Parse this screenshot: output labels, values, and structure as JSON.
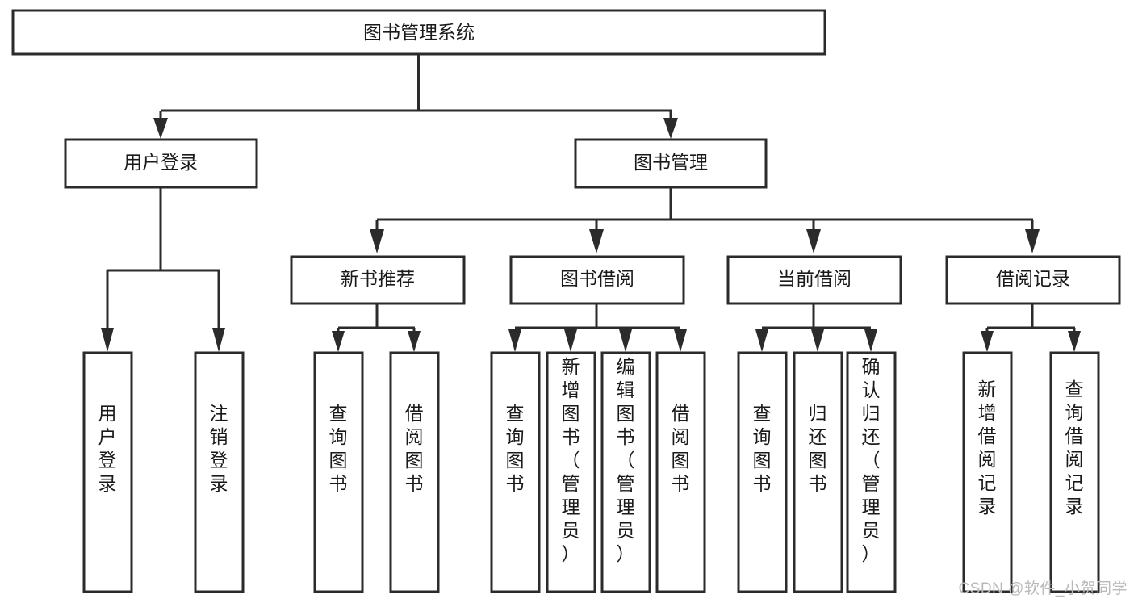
{
  "diagram": {
    "type": "tree-hierarchy",
    "title": "图书管理系统",
    "orientation": "top-down",
    "levels": 4,
    "root": {
      "id": "root",
      "label": "图书管理系统",
      "orientation": "horizontal"
    },
    "level2": [
      {
        "id": "user-login",
        "label": "用户登录",
        "orientation": "horizontal"
      },
      {
        "id": "book-manage",
        "label": "图书管理",
        "orientation": "horizontal"
      }
    ],
    "level3": [
      {
        "id": "new-book-recommend",
        "label": "新书推荐",
        "orientation": "horizontal",
        "parent": "book-manage"
      },
      {
        "id": "book-borrow",
        "label": "图书借阅",
        "orientation": "horizontal",
        "parent": "book-manage"
      },
      {
        "id": "current-borrow",
        "label": "当前借阅",
        "orientation": "horizontal",
        "parent": "book-manage"
      },
      {
        "id": "borrow-record",
        "label": "借阅记录",
        "orientation": "horizontal",
        "parent": "book-manage"
      }
    ],
    "leaves": [
      {
        "id": "leaf-user-login",
        "label": "用户登录",
        "orientation": "vertical",
        "parent": "user-login"
      },
      {
        "id": "leaf-logout-login",
        "label": "注销登录",
        "orientation": "vertical",
        "parent": "user-login"
      },
      {
        "id": "leaf-query-book-1",
        "label": "查询图书",
        "orientation": "vertical",
        "parent": "new-book-recommend"
      },
      {
        "id": "leaf-borrow-book-1",
        "label": "借阅图书",
        "orientation": "vertical",
        "parent": "new-book-recommend"
      },
      {
        "id": "leaf-query-book-2",
        "label": "查询图书",
        "orientation": "vertical",
        "parent": "book-borrow"
      },
      {
        "id": "leaf-add-book-admin",
        "label": "新增图书（管理员）",
        "orientation": "vertical",
        "parent": "book-borrow"
      },
      {
        "id": "leaf-edit-book-admin",
        "label": "编辑图书（管理员）",
        "orientation": "vertical",
        "parent": "book-borrow"
      },
      {
        "id": "leaf-borrow-book-2",
        "label": "借阅图书",
        "orientation": "vertical",
        "parent": "book-borrow"
      },
      {
        "id": "leaf-query-book-3",
        "label": "查询图书",
        "orientation": "vertical",
        "parent": "current-borrow"
      },
      {
        "id": "leaf-return-book",
        "label": "归还图书",
        "orientation": "vertical",
        "parent": "current-borrow"
      },
      {
        "id": "leaf-confirm-return-admin",
        "label": "确认归还（管理员）",
        "orientation": "vertical",
        "parent": "current-borrow"
      },
      {
        "id": "leaf-add-borrow-record",
        "label": "新增借阅记录",
        "orientation": "vertical",
        "parent": "borrow-record"
      },
      {
        "id": "leaf-query-borrow-record",
        "label": "查询借阅记录",
        "orientation": "vertical",
        "parent": "borrow-record"
      }
    ],
    "colors": {
      "box_stroke": "#2b2b2b",
      "box_fill": "#ffffff",
      "text": "#1a1a1a",
      "connector": "#2b2b2b",
      "background": "#ffffff",
      "watermark": "#b9b9b9"
    }
  },
  "watermark": {
    "text": "CSDN @软件_小贺同学"
  }
}
